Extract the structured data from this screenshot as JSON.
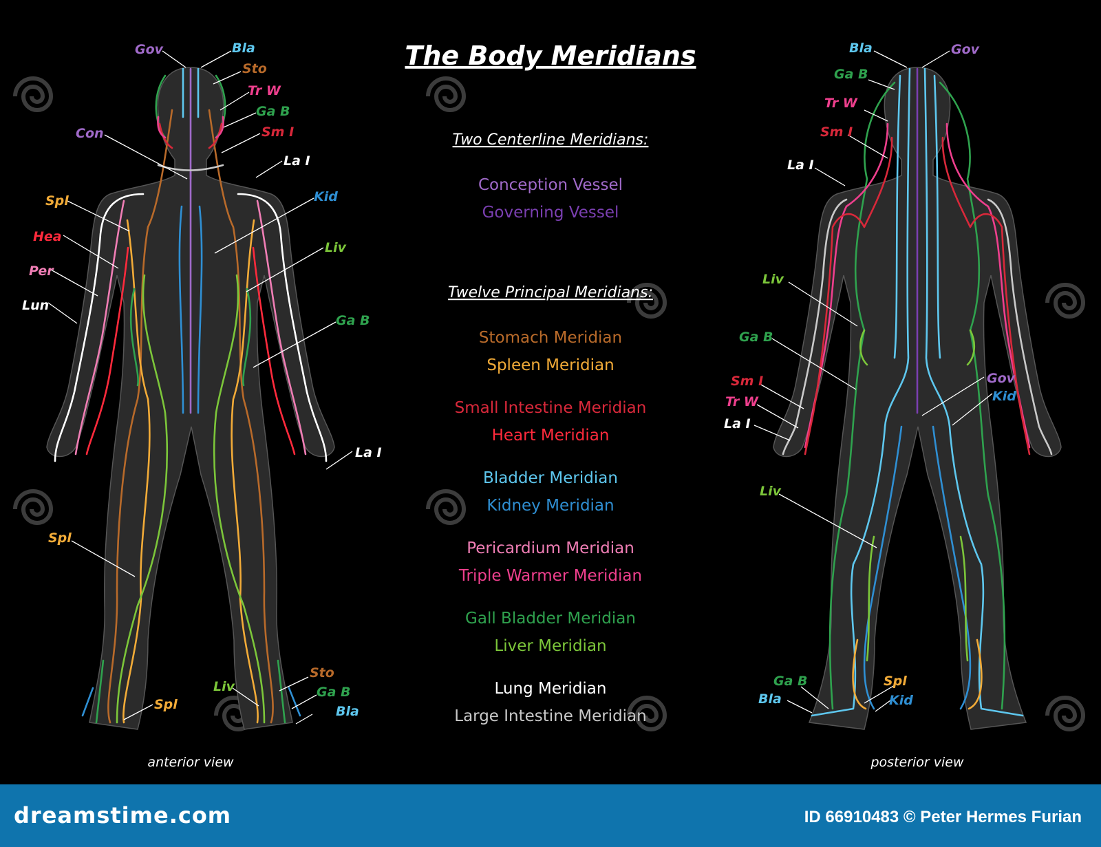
{
  "title": "The Body Meridians",
  "subtitles": {
    "centerline": "Two Centerline Meridians:",
    "principal": "Twelve Principal Meridians:"
  },
  "legend": [
    {
      "text": "Conception Vessel",
      "color": "#a06ac9"
    },
    {
      "text": "Governing Vessel",
      "color": "#7a3fb0"
    },
    {
      "text": "Stomach Meridian",
      "color": "#b86a2a"
    },
    {
      "text": "Spleen Meridian",
      "color": "#f2ab38"
    },
    {
      "text": "Small Intestine Meridian",
      "color": "#d8283a"
    },
    {
      "text": "Heart Meridian",
      "color": "#ff2a3c"
    },
    {
      "text": "Bladder Meridian",
      "color": "#5ec7ee"
    },
    {
      "text": "Kidney Meridian",
      "color": "#2f8fd3"
    },
    {
      "text": "Pericardium Meridian",
      "color": "#f07eb5"
    },
    {
      "text": "Triple Warmer Meridian",
      "color": "#ee3f8d"
    },
    {
      "text": "Gall Bladder Meridian",
      "color": "#2fa24e"
    },
    {
      "text": "Liver Meridian",
      "color": "#7cc63a"
    },
    {
      "text": "Lung Meridian",
      "color": "#ffffff"
    },
    {
      "text": "Large Intestine Meridian",
      "color": "#c9c9c9"
    }
  ],
  "captions": {
    "anterior": "anterior view",
    "posterior": "posterior view"
  },
  "anterior_labels": [
    {
      "text": "Gov",
      "color": "#a06ac9"
    },
    {
      "text": "Bla",
      "color": "#5ec7ee"
    },
    {
      "text": "Sto",
      "color": "#b86a2a"
    },
    {
      "text": "Tr W",
      "color": "#ee3f8d"
    },
    {
      "text": "Ga B",
      "color": "#2fa24e"
    },
    {
      "text": "Sm I",
      "color": "#d8283a"
    },
    {
      "text": "La I",
      "color": "#ffffff"
    },
    {
      "text": "Con",
      "color": "#a06ac9"
    },
    {
      "text": "Kid",
      "color": "#2f8fd3"
    },
    {
      "text": "Spl",
      "color": "#f2ab38"
    },
    {
      "text": "Hea",
      "color": "#ff2a3c"
    },
    {
      "text": "Per",
      "color": "#f07eb5"
    },
    {
      "text": "Lun",
      "color": "#ffffff"
    },
    {
      "text": "Liv",
      "color": "#7cc63a"
    },
    {
      "text": "Ga B",
      "color": "#2fa24e"
    },
    {
      "text": "La I",
      "color": "#ffffff"
    },
    {
      "text": "Spl",
      "color": "#f2ab38"
    },
    {
      "text": "Sto",
      "color": "#b86a2a"
    },
    {
      "text": "Ga B",
      "color": "#2fa24e"
    },
    {
      "text": "Liv",
      "color": "#7cc63a"
    },
    {
      "text": "Bla",
      "color": "#5ec7ee"
    },
    {
      "text": "Spl",
      "color": "#f2ab38"
    }
  ],
  "posterior_labels": [
    {
      "text": "Bla",
      "color": "#5ec7ee"
    },
    {
      "text": "Gov",
      "color": "#a06ac9"
    },
    {
      "text": "Ga B",
      "color": "#2fa24e"
    },
    {
      "text": "Tr W",
      "color": "#ee3f8d"
    },
    {
      "text": "Sm I",
      "color": "#d8283a"
    },
    {
      "text": "La I",
      "color": "#ffffff"
    },
    {
      "text": "Liv",
      "color": "#7cc63a"
    },
    {
      "text": "Ga B",
      "color": "#2fa24e"
    },
    {
      "text": "Sm I",
      "color": "#d8283a"
    },
    {
      "text": "Tr W",
      "color": "#ee3f8d"
    },
    {
      "text": "La I",
      "color": "#ffffff"
    },
    {
      "text": "Gov",
      "color": "#a06ac9"
    },
    {
      "text": "Kid",
      "color": "#2f8fd3"
    },
    {
      "text": "Liv",
      "color": "#7cc63a"
    },
    {
      "text": "Ga B",
      "color": "#2fa24e"
    },
    {
      "text": "Spl",
      "color": "#f2ab38"
    },
    {
      "text": "Bla",
      "color": "#5ec7ee"
    },
    {
      "text": "Kid",
      "color": "#2f8fd3"
    }
  ],
  "footer": {
    "brand": "dreamstime.com",
    "credit": "ID 66910483 © Peter Hermes Furian"
  }
}
